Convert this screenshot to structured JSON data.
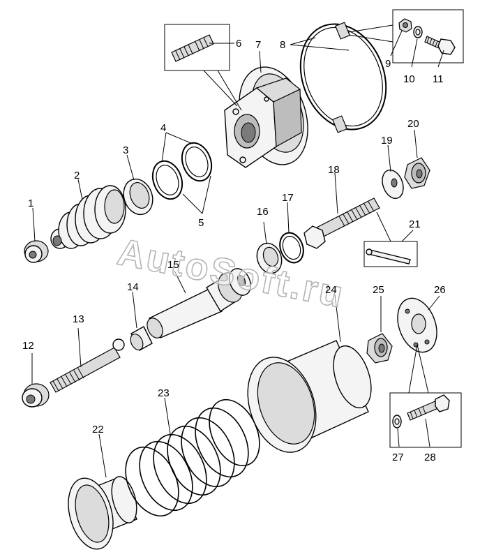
{
  "watermark": "AutoSoft.ru",
  "callouts": [
    "1",
    "2",
    "3",
    "4",
    "5",
    "6",
    "7",
    "8",
    "9",
    "10",
    "11",
    "12",
    "13",
    "14",
    "15",
    "16",
    "17",
    "18",
    "19",
    "20",
    "21",
    "22",
    "23",
    "24",
    "25",
    "26",
    "27",
    "28"
  ]
}
